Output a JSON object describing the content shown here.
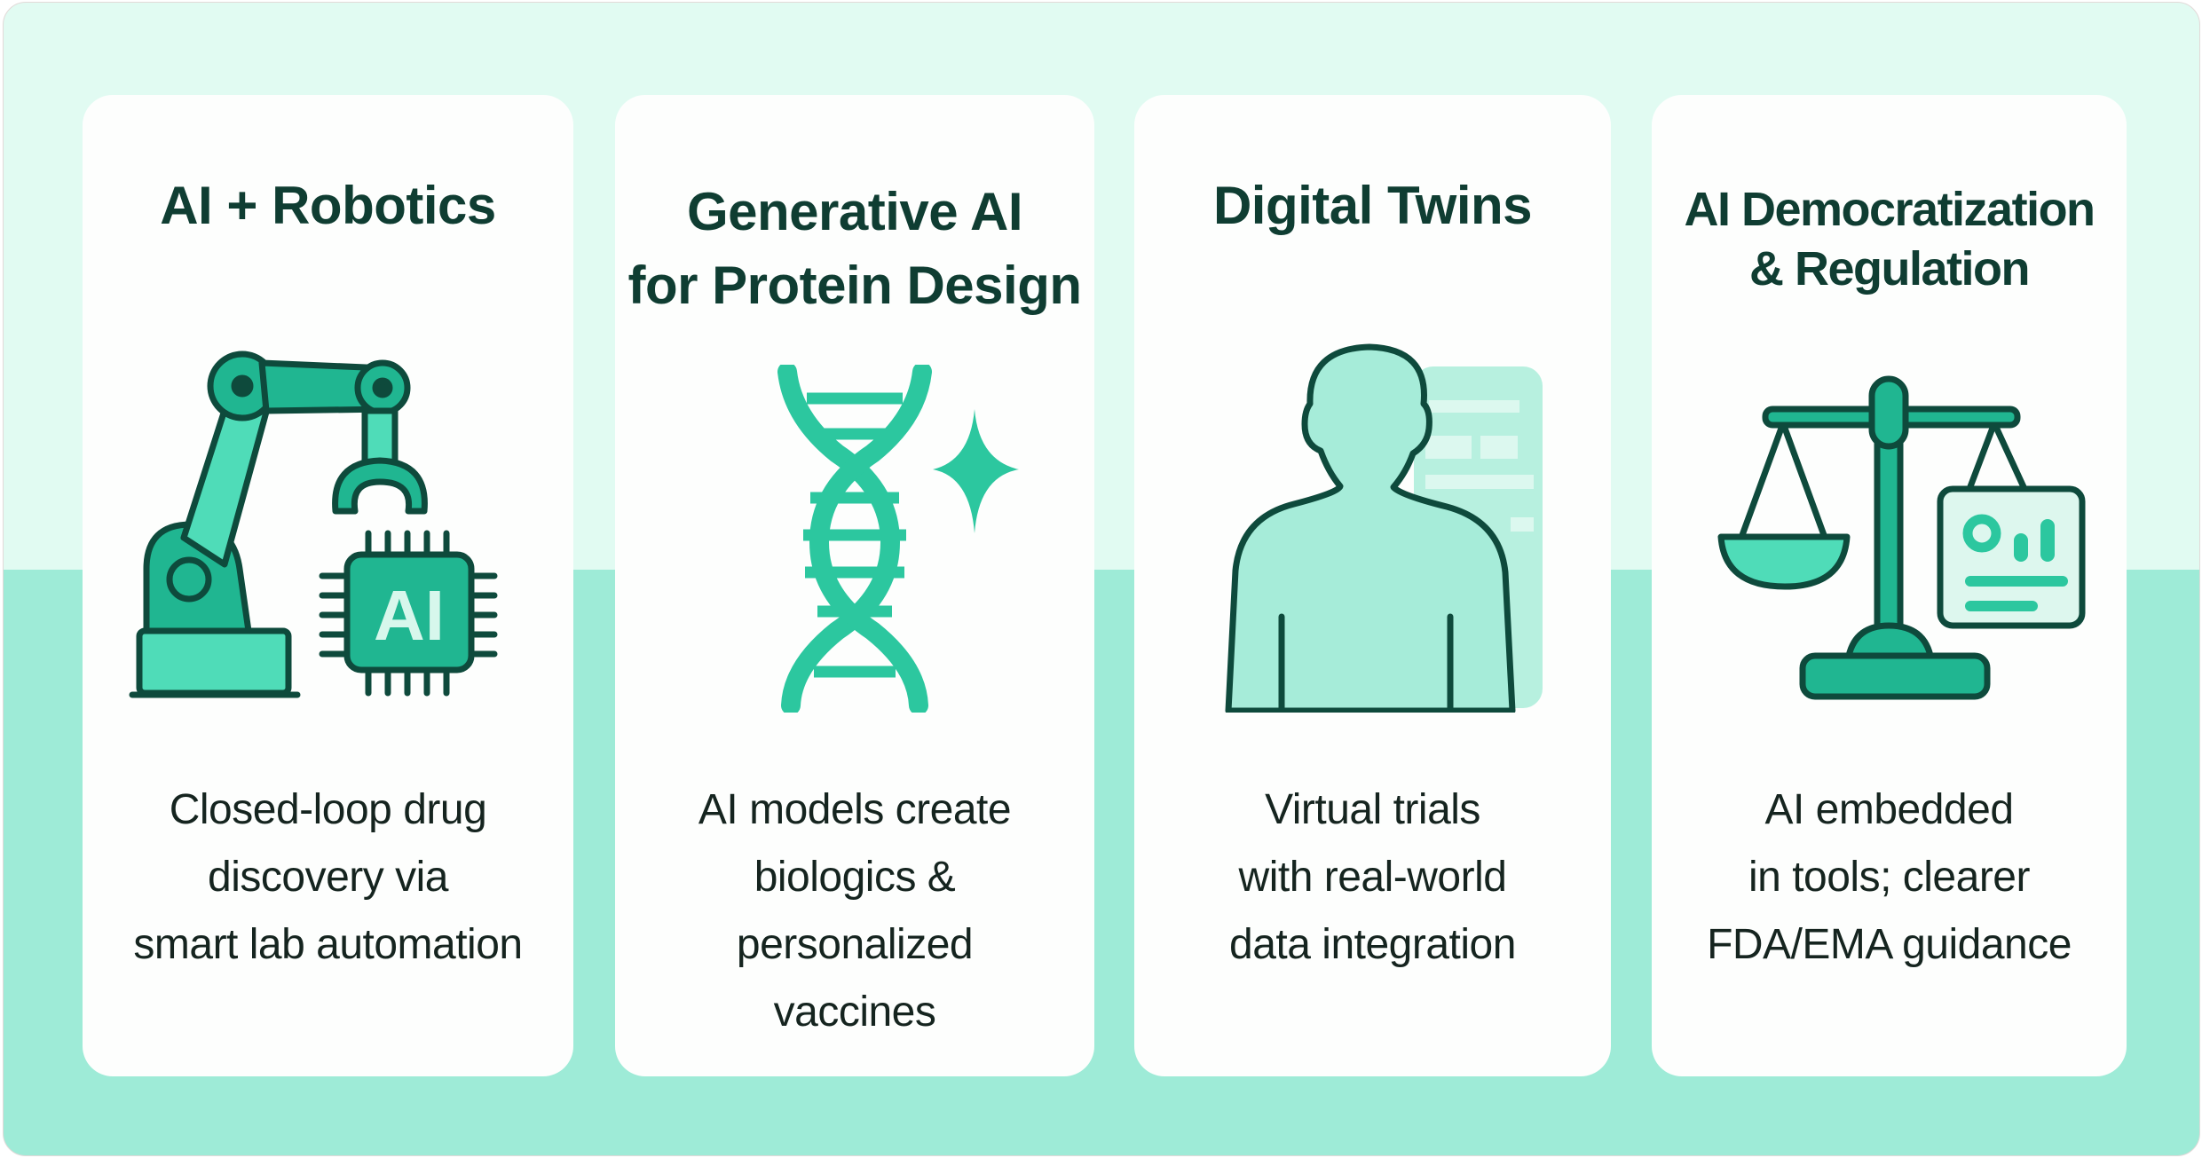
{
  "colors": {
    "top_band": "#e1fbf2",
    "bottom_band": "#9eebd7",
    "card_bg": "#fdfefd",
    "title_text": "#0f3d32",
    "body_text": "#15241f",
    "accent_fill": "#20b691",
    "accent_light": "#4fdcb8",
    "accent_pale": "#a6ecd9",
    "outline": "#0e4a3c"
  },
  "cards": [
    {
      "title_lines": [
        "AI + Robotics"
      ],
      "icon": "robot-arm-with-ai-chip-icon",
      "chip_label": "AI",
      "desc_lines": [
        "Closed-loop drug",
        "discovery via",
        "smart lab automation"
      ]
    },
    {
      "title_lines": [
        "Generative AI",
        "for Protein Design"
      ],
      "icon": "dna-with-sparkle-icon",
      "desc_lines": [
        "AI models create",
        "biologics &",
        "personalized",
        "vaccines"
      ]
    },
    {
      "title_lines": [
        "Digital Twins"
      ],
      "icon": "person-with-data-panel-icon",
      "desc_lines": [
        "Virtual trials",
        "with real-world",
        "data integration"
      ]
    },
    {
      "title_lines": [
        "AI Democratization",
        "& Regulation"
      ],
      "icon": "balance-scale-with-dashboard-icon",
      "desc_lines": [
        "AI embedded",
        "in tools; clearer",
        "FDA/EMA guidance"
      ]
    }
  ]
}
